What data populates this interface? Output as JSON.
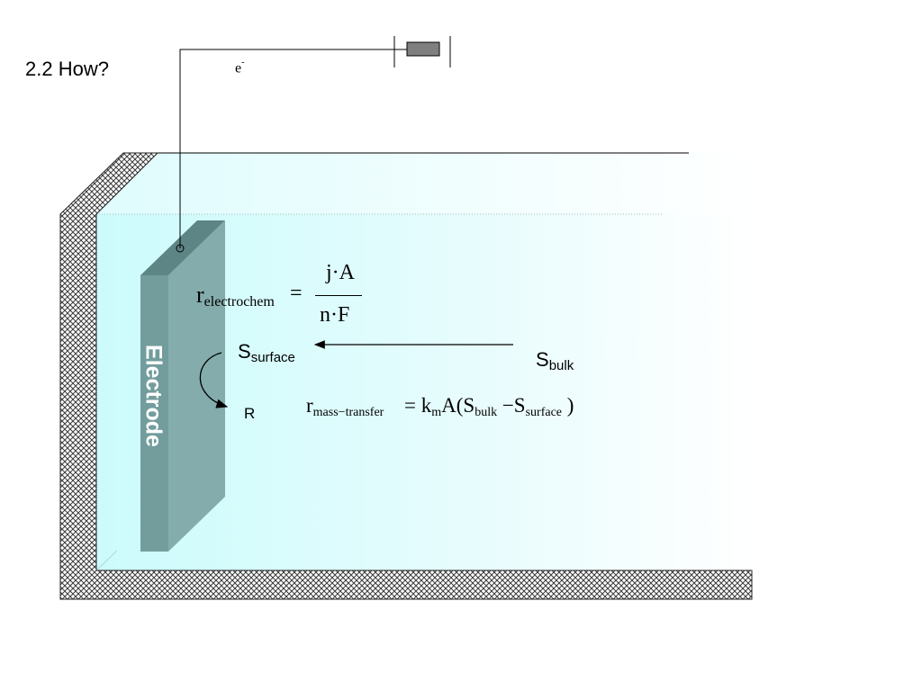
{
  "slide": {
    "title": "2.2 How?"
  },
  "diagram": {
    "electron": {
      "base": "e",
      "sup": "-"
    },
    "electrode_label": "Electrode",
    "species": {
      "surface": {
        "base": "S",
        "sub": "surface"
      },
      "bulk": {
        "base": "S",
        "sub": "bulk"
      },
      "product": "R"
    },
    "electrochem_rate": {
      "symbol": "r",
      "sub": "electrochem",
      "equals": "=",
      "numerator": "j·A",
      "denominator": "n·F"
    },
    "mass_transfer_rate": {
      "symbol": "r",
      "sub": "mass−transfer",
      "equals": "=",
      "k": "k",
      "k_sub": "m",
      "a_open": "A(S",
      "bulk_sub": "bulk",
      "minus": "−S",
      "surface_sub": "surface",
      "close": ")"
    },
    "colors": {
      "electrolyte": "#d6fbfc",
      "electrode_front": "#86b2b2",
      "electrode_side": "#6f9a9a",
      "electrode_top": "#5e8585",
      "tank_wall_hatch": "#4a4a4a",
      "resistor": "#7f7f7f"
    }
  }
}
